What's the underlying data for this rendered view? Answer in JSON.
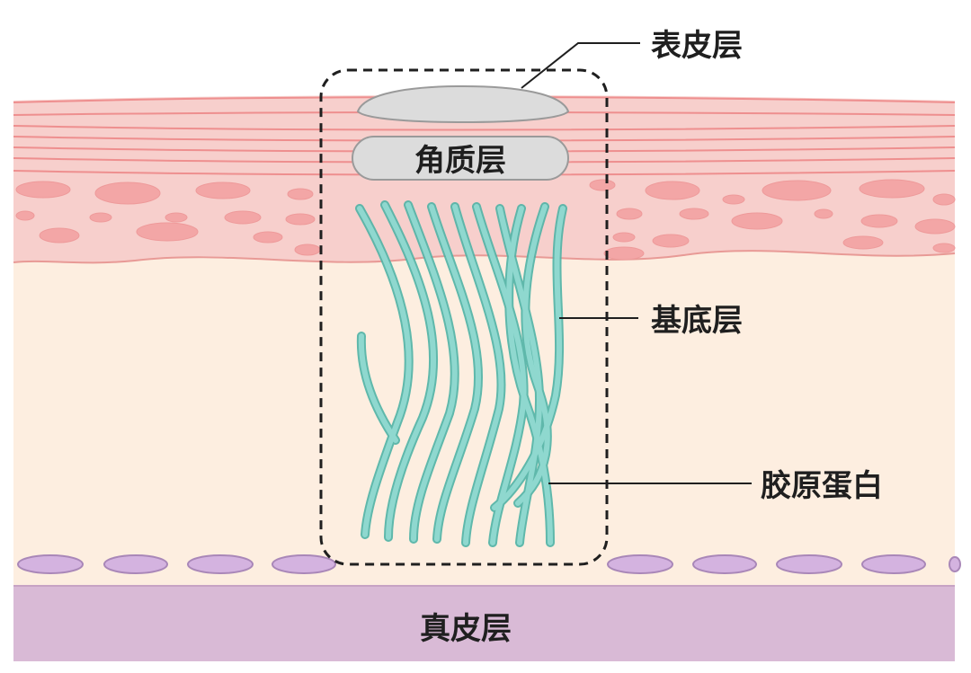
{
  "labels": {
    "epidermis": "表皮层",
    "stratum_corneum": "角质层",
    "basal_layer": "基底层",
    "collagen": "胶原蛋白",
    "dermis": "真皮层"
  },
  "colors": {
    "epidermis_fill": "#f7cfcc",
    "epidermis_line": "#ee8f8f",
    "cell_fill": "#f3a6a6",
    "basal_fill": "#fdeee0",
    "dermis_fill": "#d9bad6",
    "dermis_cell_fill": "#d4b3e0",
    "dermis_cell_stroke": "#a987b8",
    "fiber_color": "#8fd8cf",
    "fiber_edge": "#4fb3a6",
    "corneum_fill": "#dcdcdc",
    "corneum_stroke": "#9a9a9a"
  }
}
